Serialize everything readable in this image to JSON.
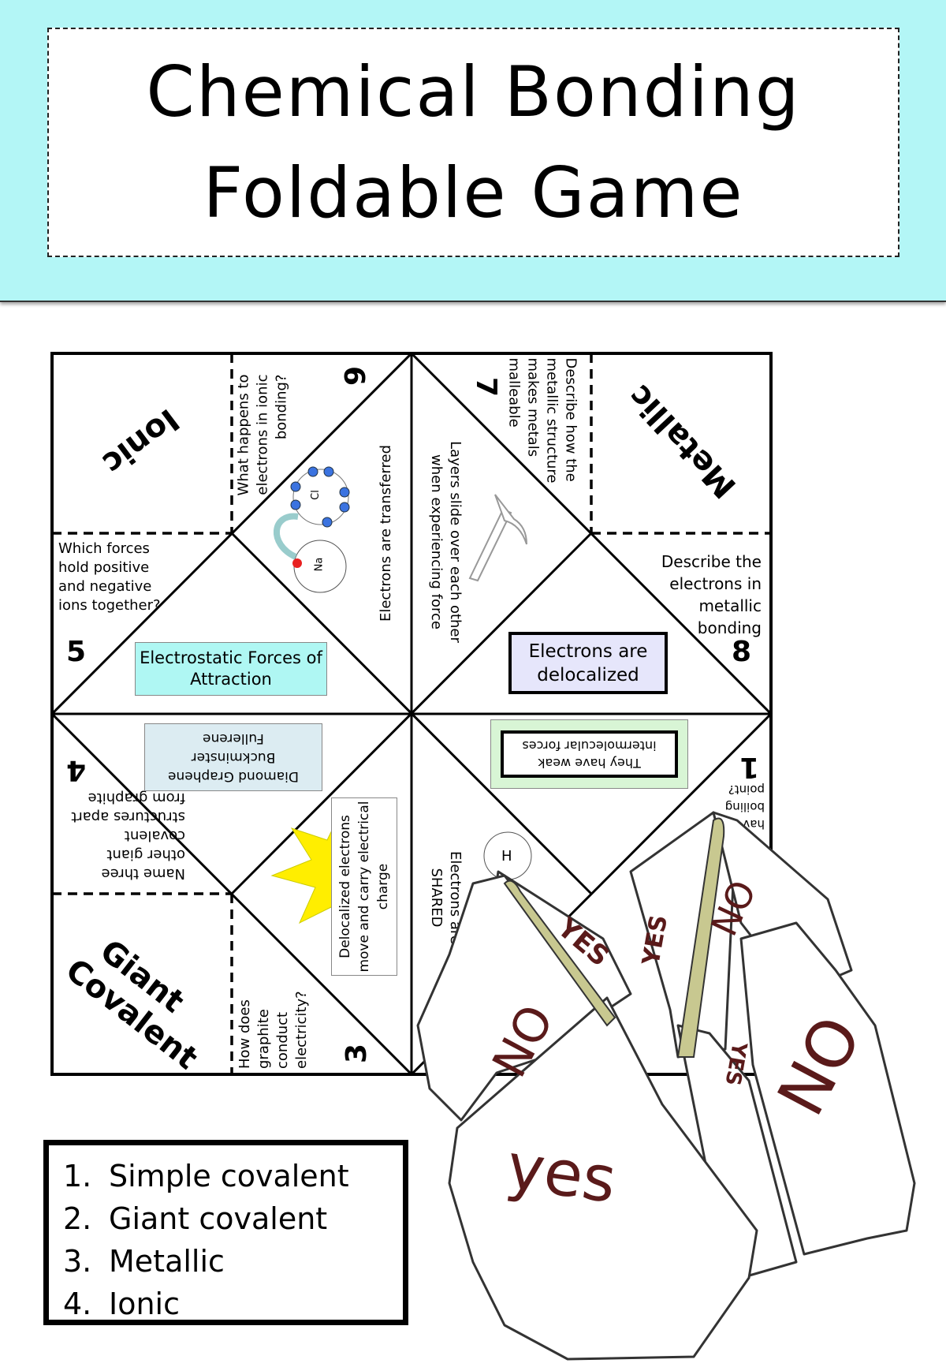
{
  "header": {
    "title_line1": "Chemical Bonding",
    "title_line2": "Foldable Game"
  },
  "categories": {
    "ionic": "Ionic",
    "metallic": "Metallic",
    "giant_covalent": "Giant Covalent"
  },
  "questions": {
    "q1": {
      "number": "1",
      "text": "hav boiling point?"
    },
    "q3": {
      "number": "3",
      "text": "How does graphite conduct electricity?"
    },
    "q4": {
      "number": "4",
      "text": "Name three other giant covalent structures apart from graphite"
    },
    "q5": {
      "number": "5",
      "text": "Which forces hold positive and negative ions together?"
    },
    "q6": {
      "number": "6",
      "text": "What happens to electrons in ionic bonding?"
    },
    "q7": {
      "number": "7",
      "text": "Describe how the metallic structure makes metals malleable"
    },
    "q8": {
      "number": "8",
      "text": "Describe the electrons in metallic bonding"
    }
  },
  "answers": {
    "a1": "They have weak intermolecular forces",
    "a2": "Electrons are SHARED",
    "a3": "Delocalized electrons move and carry electrical charge",
    "a4": "Diamond Graphene Buckminster Fullerene",
    "a5": "Electrostatic Forces of Attraction",
    "a6": "Electrons are transferred",
    "a7": "Layers slide over each other when experiencing force",
    "a8": "Electrons are delocalized"
  },
  "diagram_labels": {
    "sodium": "Na",
    "chlorine": "Cl",
    "hydrogen": "H"
  },
  "fortune_teller": {
    "yes_upper": "YES",
    "yes_lower": "yes",
    "no": "NO"
  },
  "legend": [
    {
      "n": "1.",
      "label": "Simple covalent"
    },
    {
      "n": "2.",
      "label": "Giant covalent"
    },
    {
      "n": "3.",
      "label": "Metallic"
    },
    {
      "n": "4.",
      "label": "Ionic"
    }
  ],
  "colors": {
    "header_bg": "#b3f6f6",
    "box_cyan": "#aff7f3",
    "box_lavender": "#e6e6fb",
    "box_blue": "#dcecf2",
    "box_green": "#d8f5d5",
    "star": "#ffee00",
    "fold_text": "#5a1a1a",
    "tab": "#c8c890"
  }
}
